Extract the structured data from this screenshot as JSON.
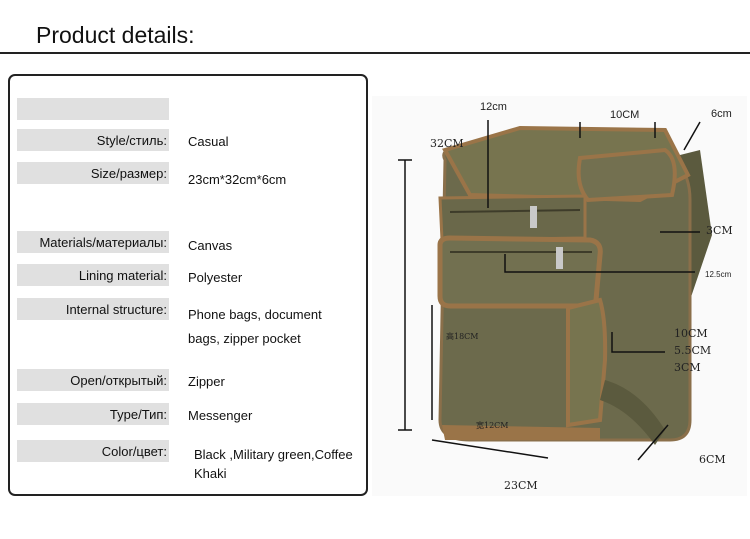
{
  "header": {
    "title": "Product details:"
  },
  "specs": [
    {
      "label": "",
      "value": ""
    },
    {
      "label": "Style/стиль:",
      "value": "Casual"
    },
    {
      "label": "Size/размер:",
      "value": "23cm*32cm*6cm"
    },
    {
      "label": "Materials/материалы:",
      "value": "Canvas"
    },
    {
      "label": "Lining material:",
      "value": "Polyester"
    },
    {
      "label": "Internal structure:",
      "value_line1": "Phone bags, document",
      "value_line2": "bags, zipper pocket"
    },
    {
      "label": "Open/открытый:",
      "value": "Zipper"
    },
    {
      "label": "Type/Тип:",
      "value": "Messenger"
    },
    {
      "label": "Color/цвет:",
      "value_line1": "Black ,Military green,Coffee",
      "value_line2": "Khaki"
    }
  ],
  "photo": {
    "dimensions": {
      "top_depth": "12cm",
      "top_width": "10CM",
      "top_side": "6cm",
      "height": "32CM",
      "side": "3CM",
      "pocket_depth": "12.5cm",
      "front_height": "高18CM",
      "side_pocket_line1": "10CM",
      "side_pocket_line2": "5.5CM",
      "side_pocket_line3": "3CM",
      "front_width": "宽12CM",
      "bottom_width": "23CM",
      "bottom_depth": "6CM"
    },
    "colors": {
      "canvas": "#6c6a4c",
      "trim": "#9a7448",
      "strap": "#5b5a3e"
    }
  }
}
